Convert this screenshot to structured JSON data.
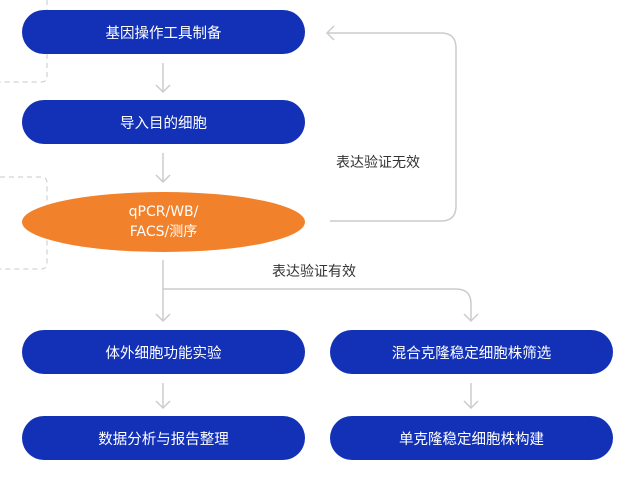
{
  "diagram": {
    "nodes": {
      "step1": "基因操作工具制备",
      "step2": "导入目的细胞",
      "validation_line1": "qPCR/WB/",
      "validation_line2": "FACS/测序",
      "left_branch_1": "体外细胞功能实验",
      "left_branch_2": "数据分析与报告整理",
      "right_branch_1": "混合克隆稳定细胞株筛选",
      "right_branch_2": "单克隆稳定细胞株构建"
    },
    "edge_labels": {
      "invalid": "表达验证无效",
      "valid": "表达验证有效"
    },
    "colors": {
      "process_node": "#1331b6",
      "validation_node": "#f2812b",
      "connector": "#cccccc",
      "dashed_guide": "#c8c8c8"
    }
  }
}
